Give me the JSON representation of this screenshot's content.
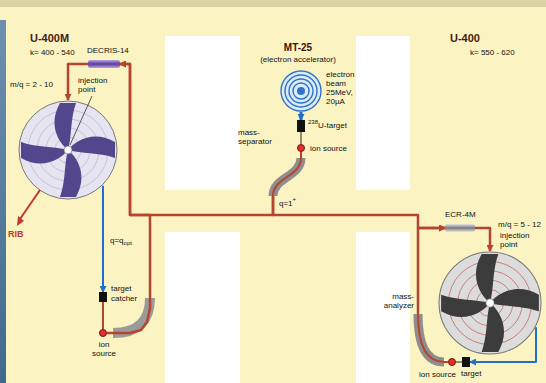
{
  "diagram": {
    "nodes": [
      {
        "text": [
          "U-400M",
          "k= 400 - 540"
        ]
      },
      {
        "text": [
          "DECRIS-14"
        ]
      },
      {
        "text": [
          "target",
          "catcher"
        ]
      },
      {
        "text": [
          "ion source"
        ]
      },
      {
        "text": [
          "MT-25",
          "(electron accelerator)"
        ]
      },
      {
        "text": [
          "electron beam 25MeV, 20µA"
        ],
        "in": 4
      },
      {
        "text": [
          "238",
          "U-target"
        ],
        "in": 4
      },
      {
        "text": [
          "ion source"
        ],
        "in": 4
      },
      {
        "text": [
          "mass- separator"
        ],
        "in": 4
      },
      {
        "text": [
          "U-400",
          "k= 550 - 620"
        ]
      },
      {
        "text": [
          "ECR-4M"
        ]
      },
      {
        "text": [
          "mass- analyzer"
        ]
      },
      {
        "text": [
          "ion source"
        ]
      },
      {
        "text": [
          "target"
        ]
      }
    ],
    "edges": [
      {
        "from": 5,
        "to": 6,
        "arrow": "to"
      },
      {
        "from": 6,
        "to": 7,
        "arrow": "none"
      },
      {
        "from": 7,
        "to": 8,
        "arrow": "none"
      },
      {
        "from": 8,
        "to": 1,
        "arrow": "to"
      },
      {
        "from": 8,
        "to": 10,
        "arrow": "to"
      },
      {
        "from": 1,
        "to": 0,
        "arrow": "to"
      },
      {
        "from": 10,
        "to": 9,
        "arrow": "to"
      },
      {
        "from": 0,
        "to": 2,
        "arrow": "to"
      },
      {
        "from": 2,
        "to": 3,
        "arrow": "none"
      },
      {
        "from": 3,
        "to": 1,
        "arrow": "to"
      },
      {
        "from": 12,
        "to": 11,
        "arrow": "none"
      },
      {
        "from": 11,
        "to": 10,
        "arrow": "to"
      },
      {
        "from": 9,
        "to": 13,
        "arrow": "to"
      },
      {
        "from": 13,
        "to": 12,
        "arrow": "none"
      }
    ],
    "labels": [
      "m/q = 2 - 10",
      "injection point",
      "RIB",
      "q=q",
      "opt",
      "q=1",
      "+",
      "m/q = 5 - 12",
      "injection point"
    ]
  }
}
